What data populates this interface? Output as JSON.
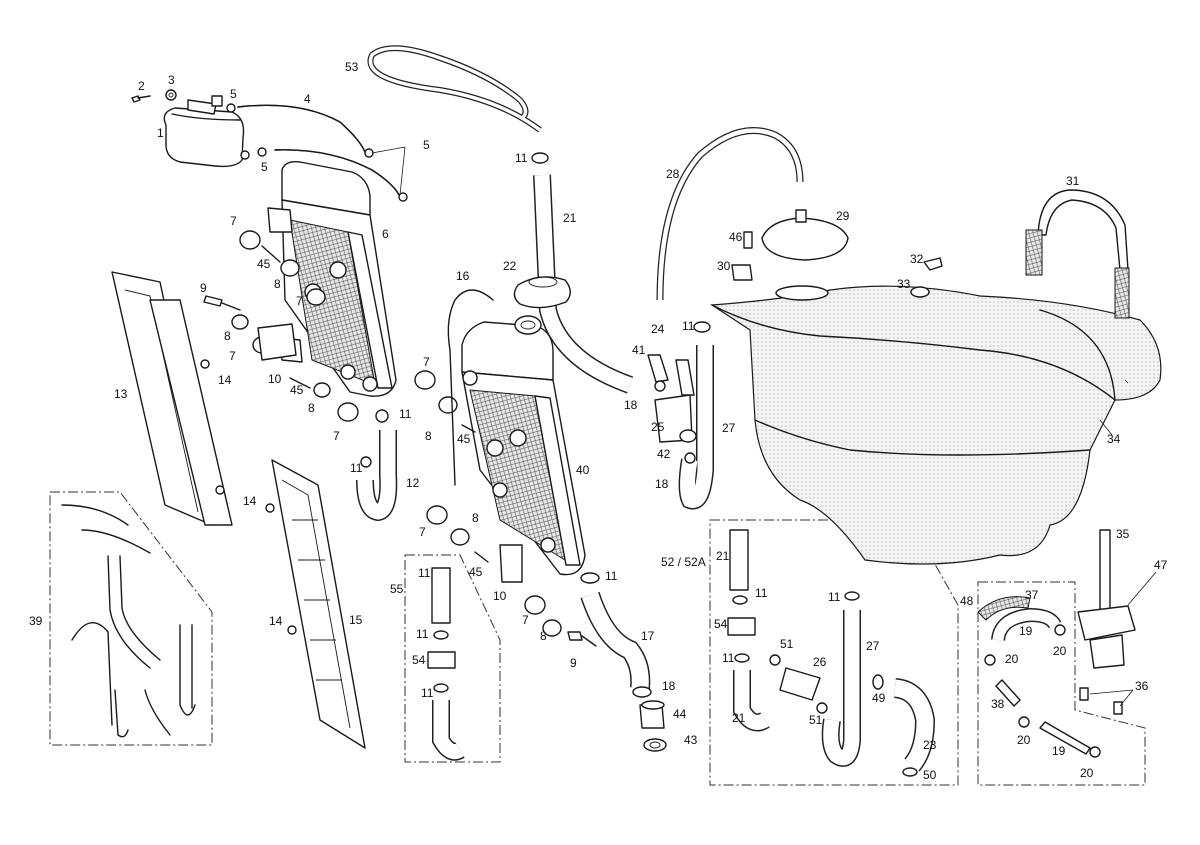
{
  "labels": {
    "l1": "1",
    "l2": "2",
    "l3": "3",
    "l4": "4",
    "l5a": "5",
    "l5b": "5",
    "l5c": "5",
    "l6": "6",
    "l7a": "7",
    "l7b": "7",
    "l7c": "7",
    "l7d": "7",
    "l7e": "7",
    "l7f": "7",
    "l7g": "7",
    "l8a": "8",
    "l8b": "8",
    "l8c": "8",
    "l8d": "8",
    "l8e": "8",
    "l8f": "8",
    "l9a": "9",
    "l9b": "9",
    "l10a": "10",
    "l10b": "10",
    "l11a": "11",
    "l11b": "11",
    "l11c": "11",
    "l11d": "11",
    "l11e": "11",
    "l11f": "11",
    "l11g": "11",
    "l11h": "11",
    "l11i": "11",
    "l11j": "11",
    "l11k": "11",
    "l12": "12",
    "l13": "13",
    "l14a": "14",
    "l14b": "14",
    "l14c": "14",
    "l15": "15",
    "l16": "16",
    "l17": "17",
    "l18a": "18",
    "l18b": "18",
    "l18c": "18",
    "l19a": "19",
    "l19b": "19",
    "l20a": "20",
    "l20b": "20",
    "l20c": "20",
    "l20d": "20",
    "l21a": "21",
    "l21b": "21",
    "l21c": "21",
    "l22": "22",
    "l23": "23",
    "l24": "24",
    "l25": "25",
    "l26": "26",
    "l27a": "27",
    "l27b": "27",
    "l28": "28",
    "l29": "29",
    "l30": "30",
    "l31": "31",
    "l32": "32",
    "l33": "33",
    "l34": "34",
    "l35": "35",
    "l36": "36",
    "l37": "37",
    "l38": "38",
    "l39": "39",
    "l40": "40",
    "l41": "41",
    "l42": "42",
    "l43": "43",
    "l44": "44",
    "l45a": "45",
    "l45b": "45",
    "l45c": "45",
    "l45d": "45",
    "l46": "46",
    "l47": "47",
    "l48": "48",
    "l49": "49",
    "l50": "50",
    "l51a": "51",
    "l51b": "51",
    "l52": "52 / 52A",
    "l53": "53",
    "l54a": "54",
    "l54b": "54",
    "l55": "55"
  }
}
